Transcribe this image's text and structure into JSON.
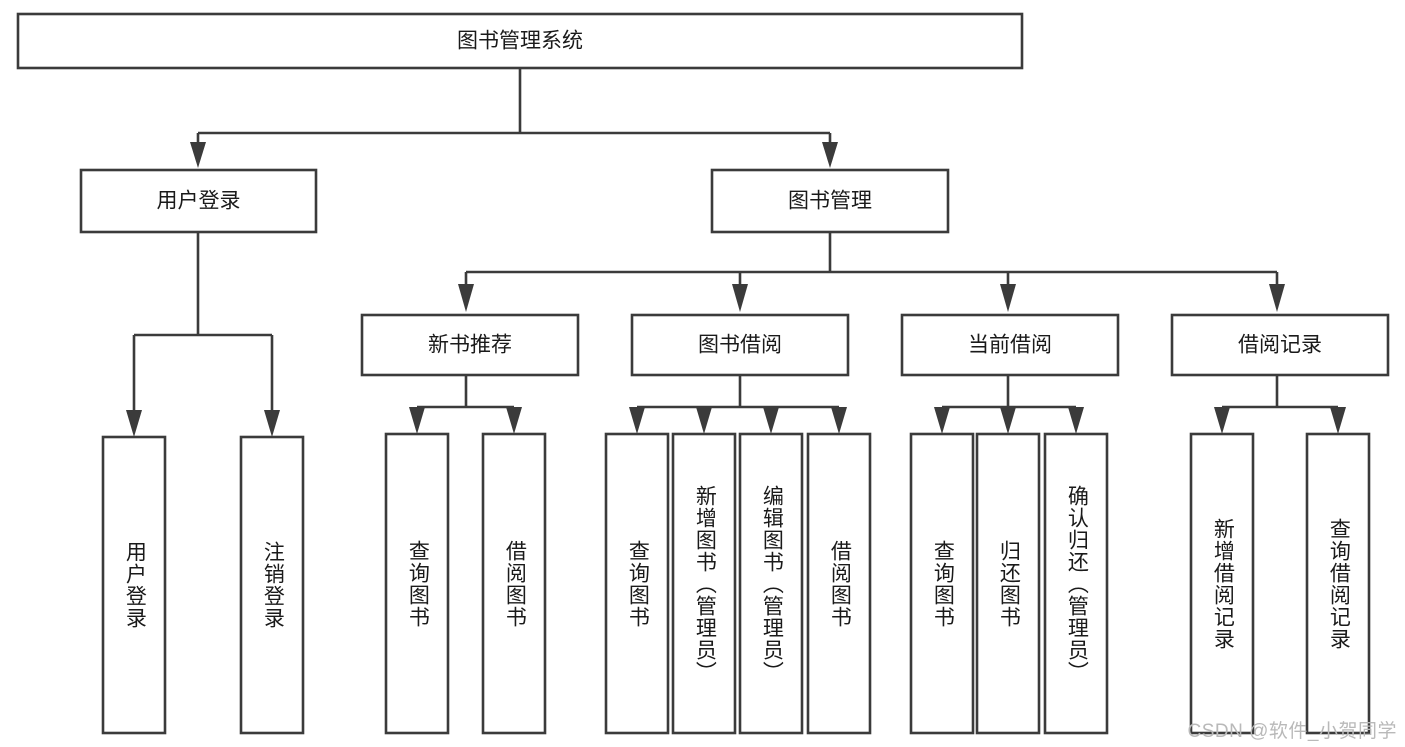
{
  "diagram": {
    "title": "图书管理系统",
    "type": "tree-hierarchy-diagram",
    "colors": {
      "stroke": "#3b3b3b",
      "fill": "#ffffff",
      "text": "#1a1a1a",
      "watermark": "#b9b9b9",
      "background": "#ffffff"
    },
    "root": {
      "label": "图书管理系统"
    },
    "level2": [
      {
        "label": "用户登录"
      },
      {
        "label": "图书管理"
      }
    ],
    "level3": [
      {
        "label": "新书推荐"
      },
      {
        "label": "图书借阅"
      },
      {
        "label": "当前借阅"
      },
      {
        "label": "借阅记录"
      }
    ],
    "leaves": {
      "user_login": [
        {
          "label": "用户登录"
        },
        {
          "label": "注销登录"
        }
      ],
      "new_book_recommend": [
        {
          "label": "查询图书"
        },
        {
          "label": "借阅图书"
        }
      ],
      "book_borrow": [
        {
          "label": "查询图书"
        },
        {
          "label": "新增图书（管理员）"
        },
        {
          "label": "编辑图书（管理员）"
        },
        {
          "label": "借阅图书"
        }
      ],
      "current_borrow": [
        {
          "label": "查询图书"
        },
        {
          "label": "归还图书"
        },
        {
          "label": "确认归还（管理员）"
        }
      ],
      "borrow_record": [
        {
          "label": "新增借阅记录"
        },
        {
          "label": "查询借阅记录"
        }
      ]
    },
    "watermark": "CSDN @软件_小贺同学"
  }
}
